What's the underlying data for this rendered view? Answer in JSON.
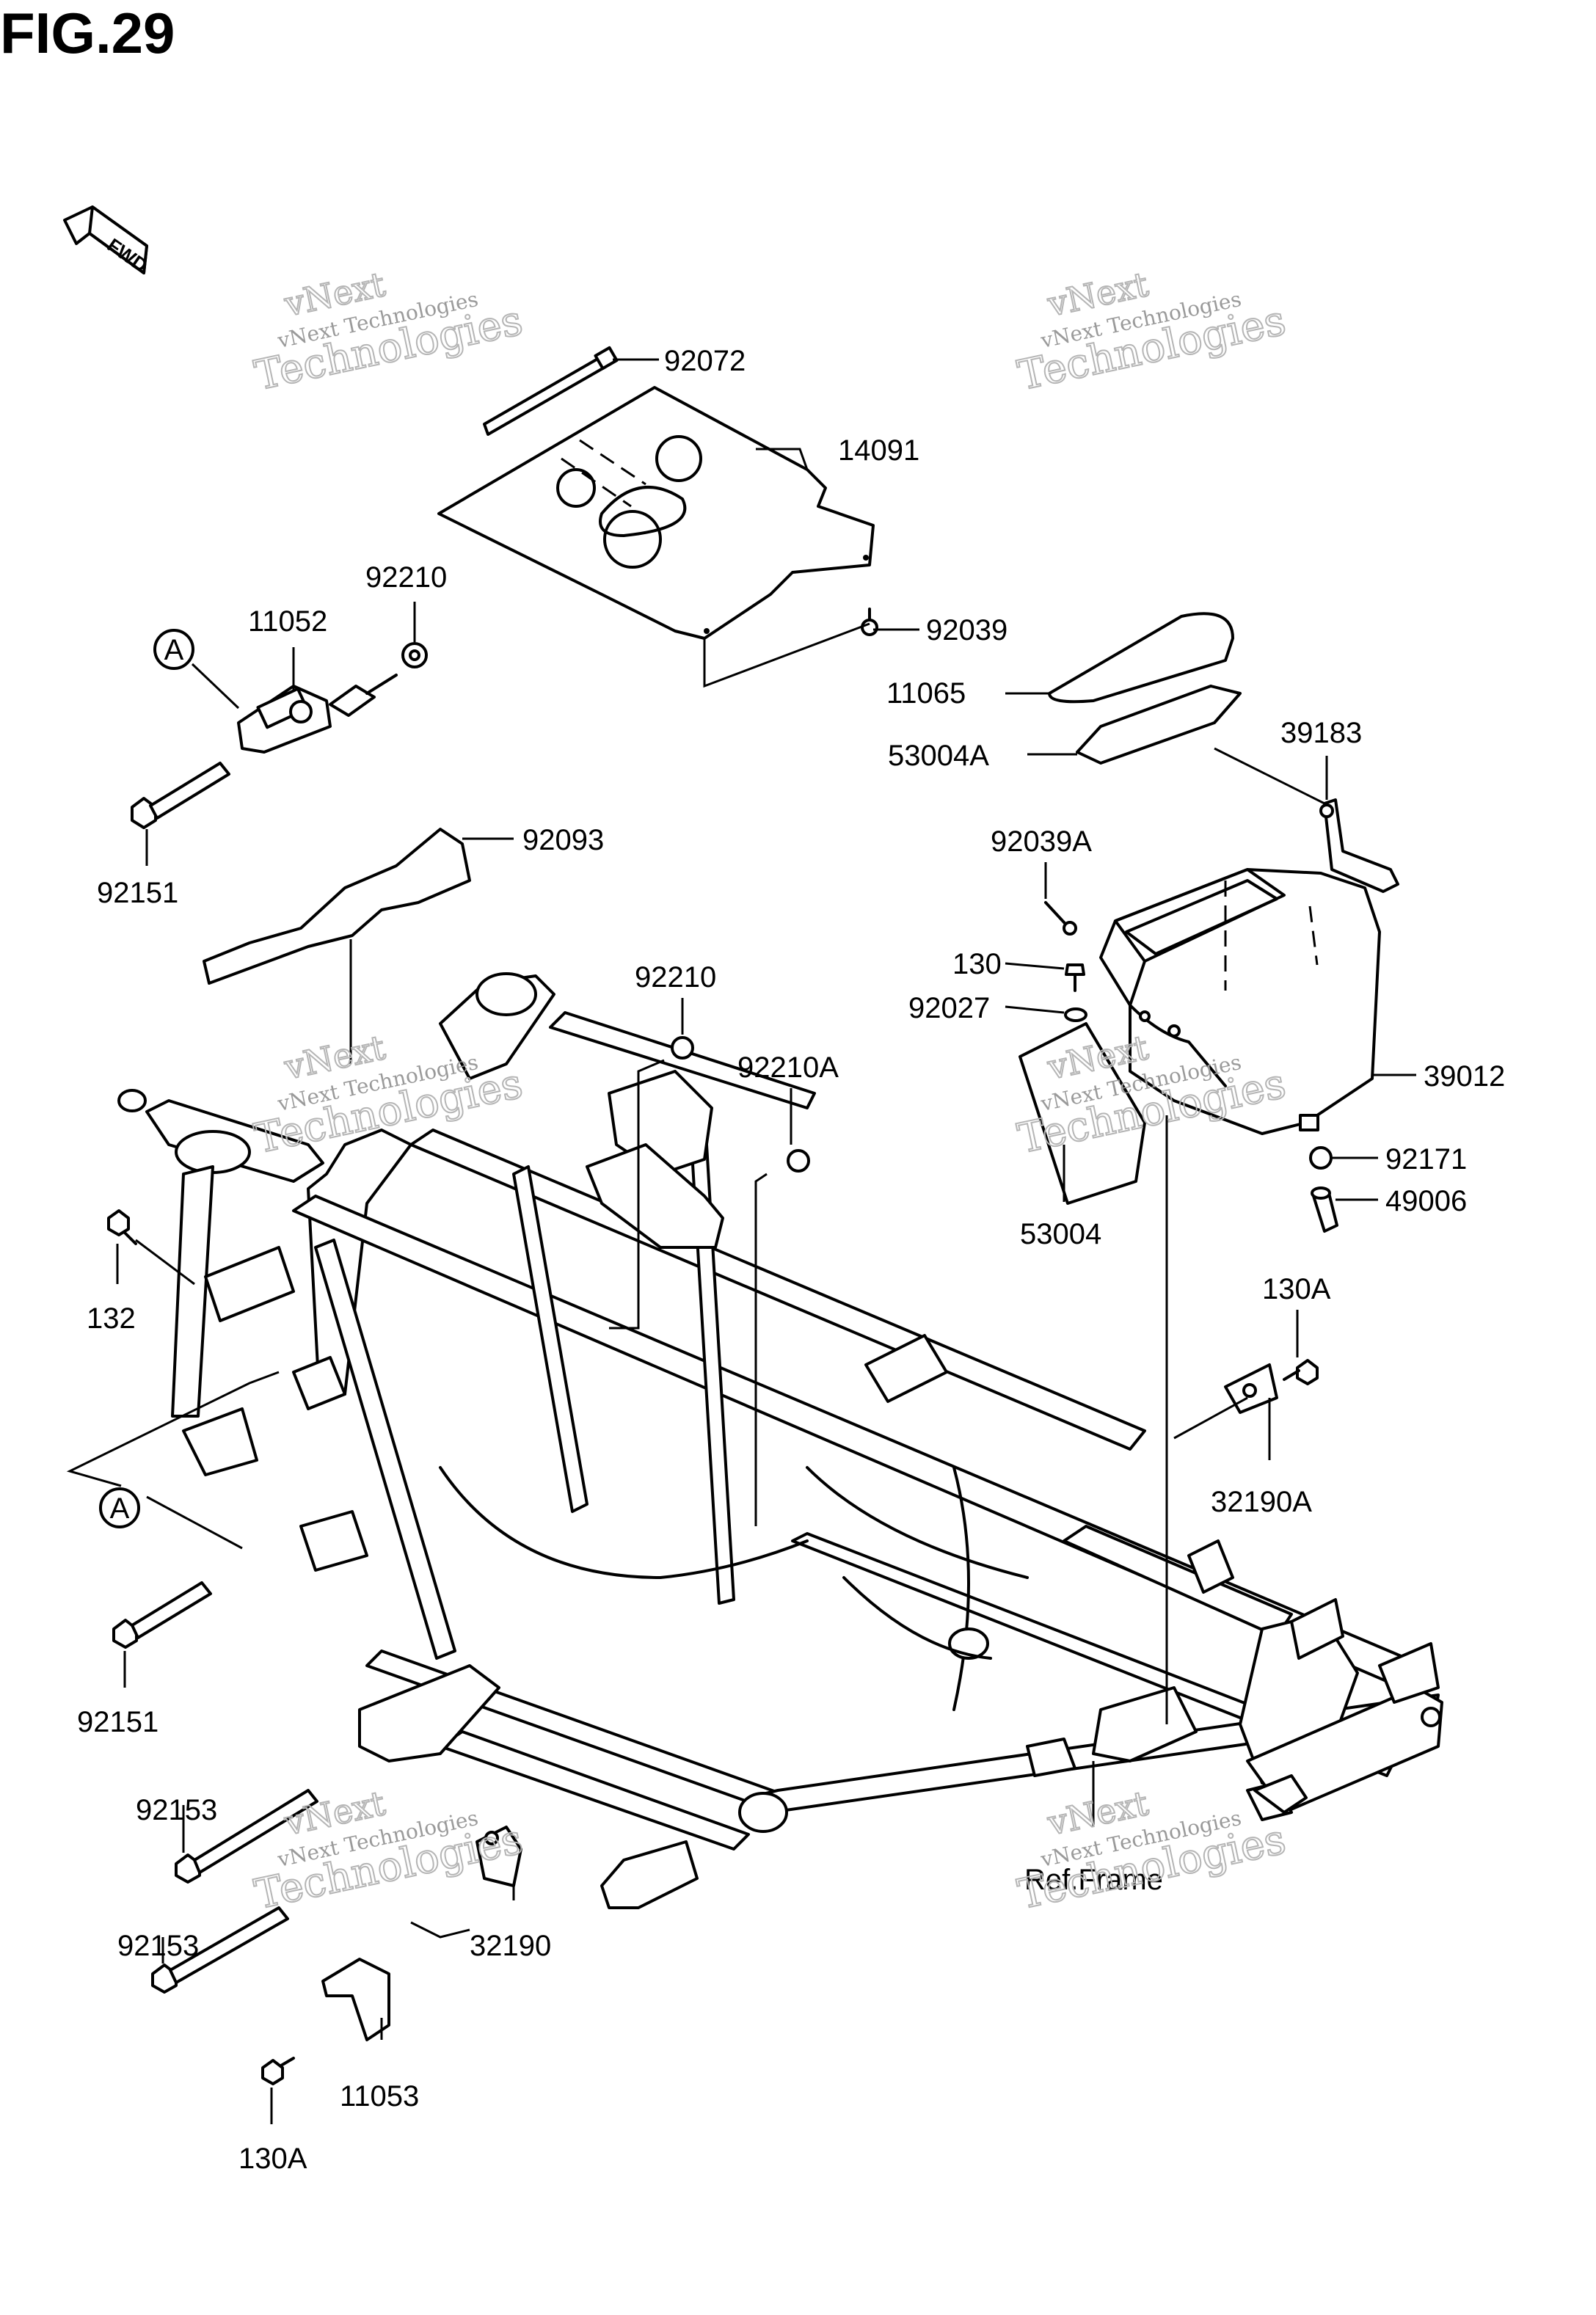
{
  "figure_title": "FIG.29",
  "fwd_label": "FWD",
  "watermark": {
    "line1": "vNext",
    "line2": "vNext Technologies",
    "line3": "Technologies"
  },
  "callouts": {
    "c92072": "92072",
    "c14091": "14091",
    "c92210_top": "92210",
    "c11052": "11052",
    "ref_a_top": "A",
    "c92039": "92039",
    "c11065": "11065",
    "c53004a": "53004A",
    "c39183": "39183",
    "c92151_top": "92151",
    "c92093": "92093",
    "c92039a": "92039A",
    "c130": "130",
    "c92027": "92027",
    "c92210_mid": "92210",
    "c92210a": "92210A",
    "c39012": "39012",
    "c92171": "92171",
    "c49006": "49006",
    "c53004": "53004",
    "c132": "132",
    "c130a_right": "130A",
    "c32190a": "32190A",
    "ref_a_bottom": "A",
    "c92151_bottom": "92151",
    "c92153_top": "92153",
    "c92153_bottom": "92153",
    "c32190": "32190",
    "c11053": "11053",
    "c130a_bottom": "130A",
    "ref_frame": "Ref.Frame"
  }
}
